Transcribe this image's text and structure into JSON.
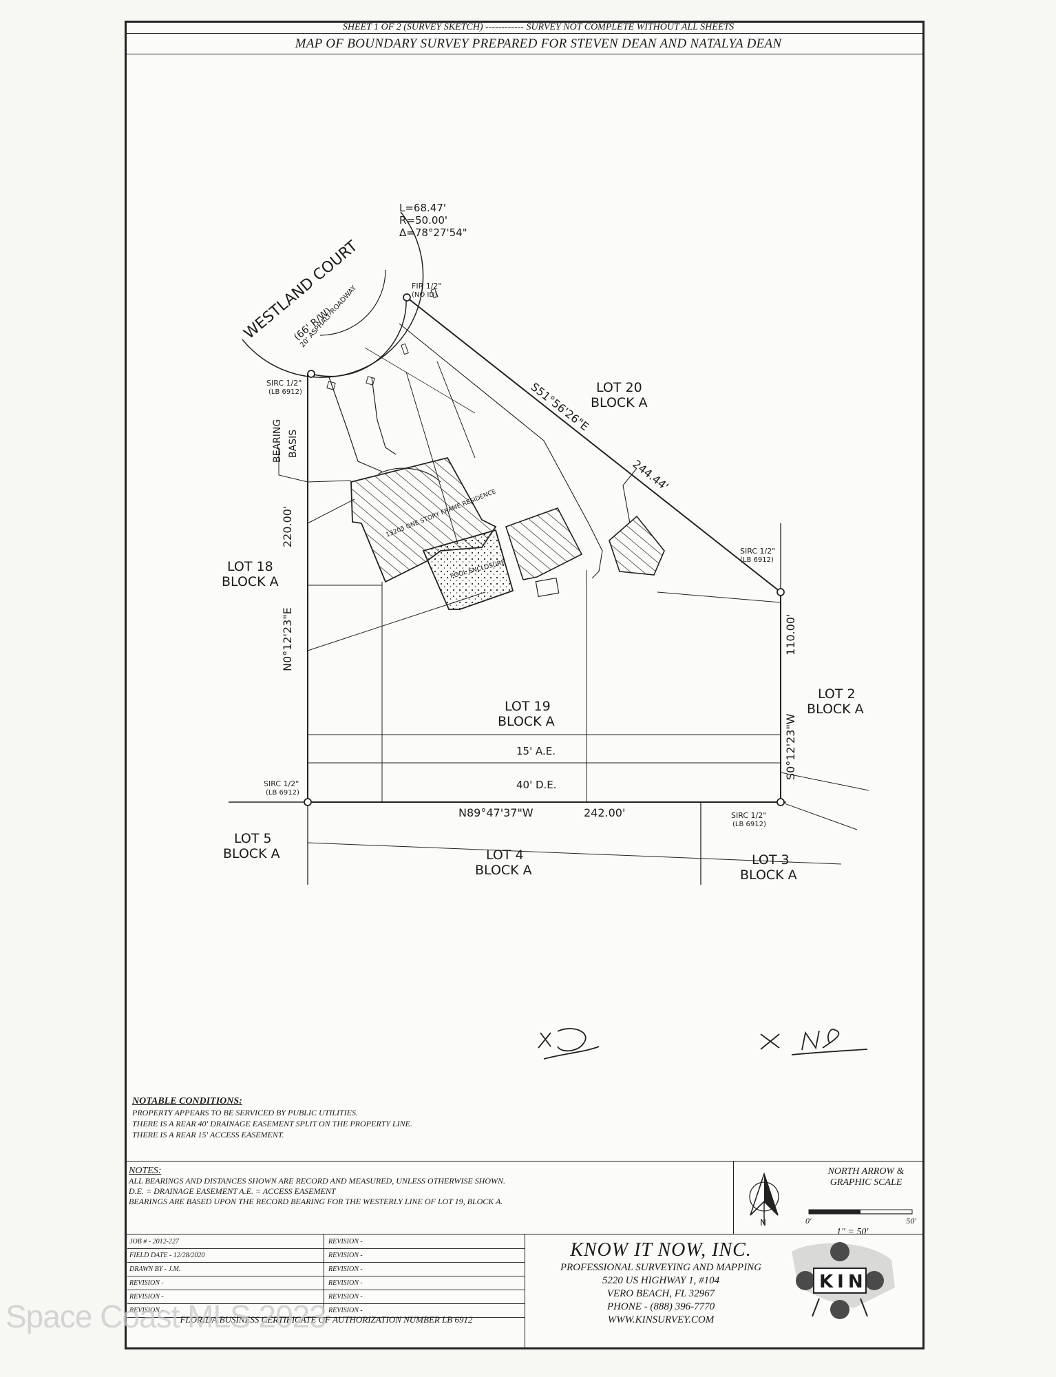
{
  "header": {
    "sheet_line": "SHEET 1 OF 2 (SURVEY SKETCH) ------------ SURVEY NOT COMPLETE WITHOUT ALL SHEETS",
    "title": "MAP OF BOUNDARY SURVEY PREPARED FOR STEVEN DEAN AND NATALYA DEAN"
  },
  "plat": {
    "street_name": "WESTLAND COURT",
    "street_row": "(66' R/W)",
    "roadway": "20' ASPHALT ROADWAY",
    "curve_l": "L=68.47'",
    "curve_r": "R=50.00'",
    "curve_delta": "Δ=78°27'54\"",
    "fir": "FIR 1/2\"",
    "fir_noid": "(NO ID)",
    "sirc": "SIRC 1/2\"",
    "sirc_lb": "(LB 6912)",
    "bearing_basis_1": "BEARING",
    "bearing_basis_2": "BASIS",
    "lot20_a": "LOT 20",
    "lot20_b": "BLOCK A",
    "bearing_ne": "S51°56'26\"E",
    "dist_ne": "244.44'",
    "lot18_a": "LOT 18",
    "lot18_b": "BLOCK A",
    "dist_w": "220.00'",
    "bearing_w": "N0°12'23\"E",
    "residence": "13205 ONE STORY FRAME RESIDENCE",
    "pool": "POOL ENCLOSURE",
    "dist_e": "110.00'",
    "lot2_a": "LOT 2",
    "lot2_b": "BLOCK A",
    "lot19_a": "LOT 19",
    "lot19_b": "BLOCK A",
    "ae": "15' A.E.",
    "de": "40' D.E.",
    "bearing_e": "S0°12'23\"W",
    "bearing_s": "N89°47'37\"W",
    "dist_s": "242.00'",
    "lot5_a": "LOT 5",
    "lot5_b": "BLOCK A",
    "lot4_a": "LOT 4",
    "lot4_b": "BLOCK A",
    "lot3_a": "LOT 3",
    "lot3_b": "BLOCK A"
  },
  "conditions": {
    "title": "NOTABLE CONDITIONS:",
    "l1": "PROPERTY APPEARS TO BE SERVICED BY PUBLIC UTILITIES.",
    "l2": "THERE IS A REAR 40' DRAINAGE EASEMENT SPLIT ON THE PROPERTY LINE.",
    "l3": "THERE IS A REAR 15' ACCESS EASEMENT."
  },
  "notes": {
    "title": "NOTES:",
    "l1": "ALL BEARINGS AND DISTANCES SHOWN ARE RECORD AND MEASURED, UNLESS OTHERWISE SHOWN.",
    "l2": "D.E. = DRAINAGE EASEMENT     A.E. = ACCESS EASEMENT",
    "l3": "BEARINGS ARE BASED UPON THE RECORD BEARING FOR THE WESTERLY LINE OF LOT 19, BLOCK A."
  },
  "north": {
    "label1": "NORTH ARROW &",
    "label2": "GRAPHIC SCALE",
    "scale_0": "0'",
    "scale_50": "50'",
    "scale": "1\" = 50'",
    "n": "N"
  },
  "job": {
    "job_no": "JOB # - 2012-227",
    "field_date": "FIELD DATE - 12/28/2020",
    "drawn_by": "DRAWN BY - J.M.",
    "revision": "REVISION -",
    "cert": "FLORIDA BUSINESS CERTIFICATE OF AUTHORIZATION NUMBER LB 6912"
  },
  "company": {
    "name": "KNOW IT NOW, INC.",
    "tagline": "PROFESSIONAL SURVEYING AND MAPPING",
    "address1": "5220 US HIGHWAY 1, #104",
    "address2": "VERO BEACH, FL 32967",
    "phone": "PHONE - (888) 396-7770",
    "web": "WWW.KINSURVEY.COM",
    "logo": "KIN"
  },
  "watermark": "Space Coast MLS 2023"
}
